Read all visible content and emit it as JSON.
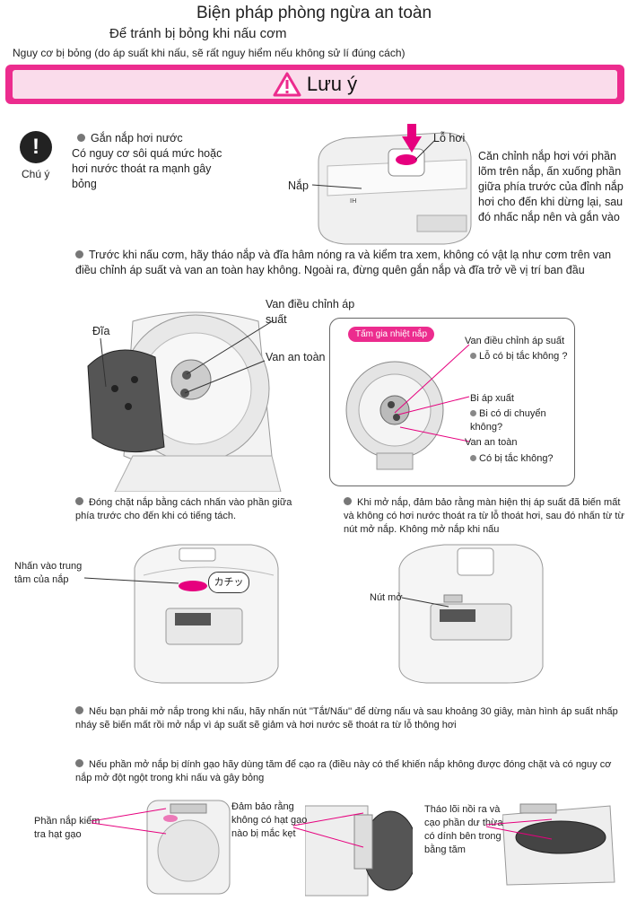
{
  "title": "Biện pháp phòng  ngừa an toàn",
  "subtitle": "Để tránh bị bỏng khi nấu cơm",
  "risk_line": "Nguy cơ bị bỏng (do áp suất khi nấu, sẽ rất nguy hiểm nếu không sử lí đúng cách)",
  "banner": {
    "label": "Lưu ý",
    "icon": "warning-triangle-icon",
    "border_color": "#ec2c8e",
    "fill_color": "#fadceb"
  },
  "caution": {
    "icon": "exclamation-icon",
    "label": "Chú ý"
  },
  "section1": {
    "heading": "Gắn nắp hơi nước",
    "body": "Có nguy cơ sôi quá mức hoặc hơi nước thoát ra mạnh gây bỏng",
    "label_lid": "Nắp",
    "label_vent": "Lỗ hơi",
    "instruction": "Căn chỉnh nắp hơi với phần lõm trên nắp, ấn xuống phần giữa phía trước của đỉnh nắp hơi cho đến khi dừng lại, sau đó nhấc nắp nên và gắn vào"
  },
  "section2": {
    "body": "Trước khi nấu cơm, hãy tháo nắp và đĩa hâm nóng ra và kiểm tra xem, không có vật lạ như cơm trên van điều chỉnh áp suất và van an toàn hay không. Ngoài ra, đừng quên gắn nắp và đĩa trở về vị trí ban đầu",
    "label_disc": "Đĩa",
    "label_pressure_valve": "Van điều chỉnh áp suất",
    "label_safety_valve": "Van an toàn",
    "panel": {
      "tag": "Tấm gia nhiệt nắp",
      "item1_title": "Van điều chỉnh áp suất",
      "item1_q": "Lỗ có bị tắc không ?",
      "item2_title": "Bi áp xuất",
      "item2_q": "Bi có di chuyển không?",
      "item3_title": "Van an toàn",
      "item3_q": "Có bị tắc không?"
    }
  },
  "section3": {
    "left_text": "Đóng chặt nắp bằng cách nhấn vào phần giữa phía trước cho đến khi có tiếng tách.",
    "right_text": "Khi mở nắp, đảm bảo rằng màn hiện thị áp suất đã biến mất và không có hơi nước thoát ra từ lỗ thoát hơi, sau đó nhấn từ từ nút mở nắp. Không mở nắp khi nấu",
    "label_press": "Nhấn vào trung tâm của nắp",
    "click_sound": "カチッ",
    "label_open_button": "Nút mở"
  },
  "section4": {
    "body": "Nếu bạn phải mở nắp trong khi nấu, hãy nhấn nút ''Tắt/Nấu'' để dừng nấu và sau khoảng 30 giây, màn hình áp suất nhấp nháy sẽ biến mất rồi mở nắp vì áp suất sẽ giảm và hơi nước sẽ thoát ra từ lỗ thông hơi"
  },
  "section5": {
    "body": "Nếu phần mở nắp bị dính gạo hãy dùng tăm để cạo ra (điều này có thể khiến nắp không được đóng chặt và có nguy cơ nắp mở đột ngột trong khi nấu và gây bỏng",
    "label_check": "Phần nắp kiểm tra hạt gạo",
    "label_ensure": "Đảm bảo rằng không có hạt gạo nào bị mắc kẹt",
    "label_remove": "Tháo lõi nồi ra và cạo phần dư thừa có dính bên trong bằng tăm"
  }
}
